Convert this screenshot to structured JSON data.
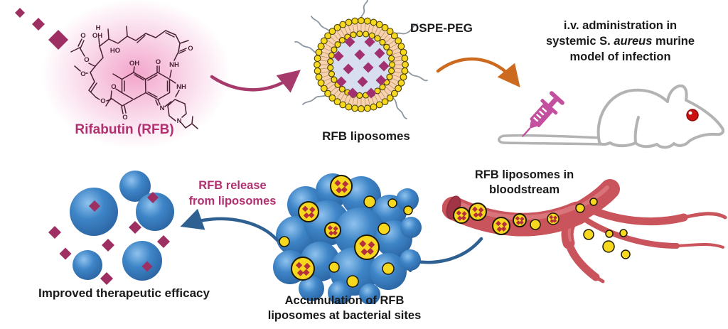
{
  "figure": {
    "type": "graphical-abstract",
    "topic": "Rifabutin-loaded PEGylated liposomes for systemic S. aureus infection"
  },
  "labels": {
    "rifabutin": "Rifabutin (RFB)",
    "dspe_peg": "DSPE-PEG",
    "rfb_liposomes": "RFB liposomes",
    "iv_line1": "i.v. administration in",
    "iv_line2_pre": "systemic S. ",
    "iv_line2_it": "aureus",
    "iv_line2_post": " murine",
    "iv_line3": "model of  infection",
    "bloodstream_line1": "RFB liposomes in",
    "bloodstream_line2": "bloodstream",
    "release_line1": "RFB release",
    "release_line2": "from liposomes",
    "accumulation_line1": "Accumulation of RFB",
    "accumulation_line2": "liposomes at bacterial sites",
    "efficacy": "Improved therapeutic efficacy"
  },
  "icons": [
    "rfb-diamond-icon",
    "chemical-structure-rifabutin",
    "liposome-illustration",
    "peg-chain-icon",
    "syringe-icon",
    "mouse-illustration",
    "blood-vessel-illustration",
    "bacteria-cluster-illustration",
    "curved-arrow-icon"
  ],
  "colors": {
    "magenta_diamond": "#9E2F63",
    "rfb_diamond": "#A23070",
    "structure_line": "#4A2133",
    "rifabutin_label": "#B13070",
    "glow_pink": "#F2A8CB",
    "arrow_magenta": "#A63A6B",
    "arrow_orange": "#CC6A1F",
    "arrow_blue": "#2E6191",
    "lipid_head_yellow": "#F6D81F",
    "lipid_tail_peach": "#F8D2AE",
    "liposome_core": "#D6DEEF",
    "peg_gray": "#8C97A0",
    "mouse_outline": "#B3B3B3",
    "mouse_eye_red": "#CC1111",
    "syringe_pink": "#C2509E",
    "vessel_red": "#C9545C",
    "vessel_dark": "#A23545",
    "vessel_highlight": "#DD7A80",
    "bacteria_blue": "#3E85C7",
    "rfb_dot_red": "#B5303A",
    "text_black": "#1A1A1A"
  }
}
